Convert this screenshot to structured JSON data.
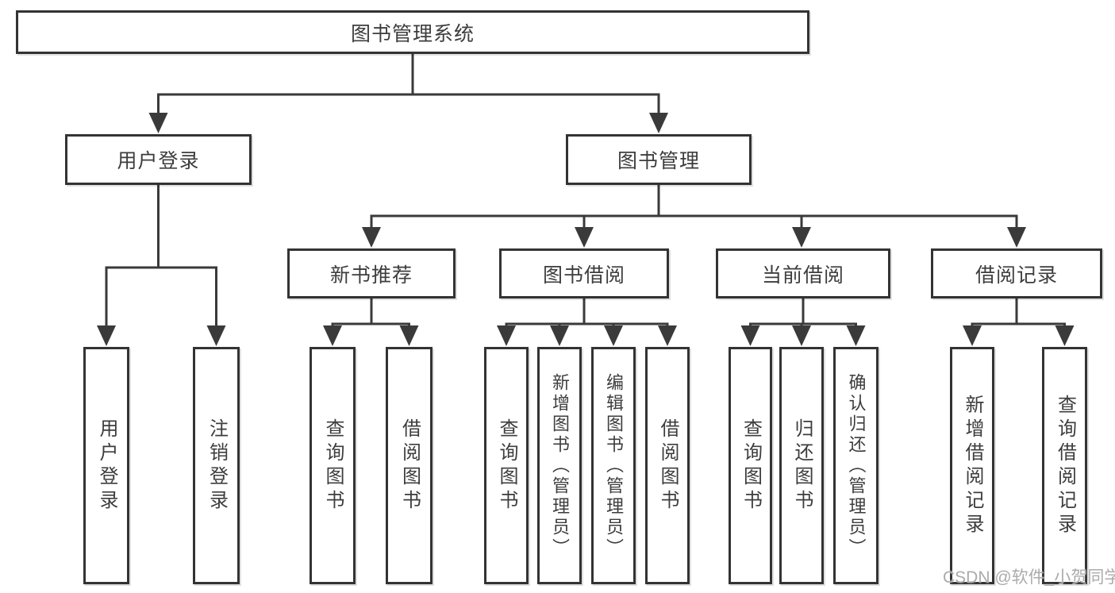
{
  "colors": {
    "line": "#3a3a3a",
    "box_border": "#333333",
    "text": "#3d3d3d",
    "watermark_text": "#ababab",
    "background": "#ffffff"
  },
  "watermark": "CSDN @软件_小贺同学",
  "tree": {
    "root": "图书管理系统",
    "user_login": {
      "label": "用户登录",
      "children": [
        "用户登录",
        "注销登录"
      ]
    },
    "book_management": {
      "label": "图书管理",
      "sections": [
        {
          "label": "新书推荐",
          "children": [
            "查询图书",
            "借阅图书"
          ]
        },
        {
          "label": "图书借阅",
          "children": [
            "查询图书",
            "新增图书（管理员）",
            "编辑图书（管理员）",
            "借阅图书"
          ]
        },
        {
          "label": "当前借阅",
          "children": [
            "查询图书",
            "归还图书",
            "确认归还（管理员）"
          ]
        },
        {
          "label": "借阅记录",
          "children": [
            "新增借阅记录",
            "查询借阅记录"
          ]
        }
      ]
    }
  }
}
